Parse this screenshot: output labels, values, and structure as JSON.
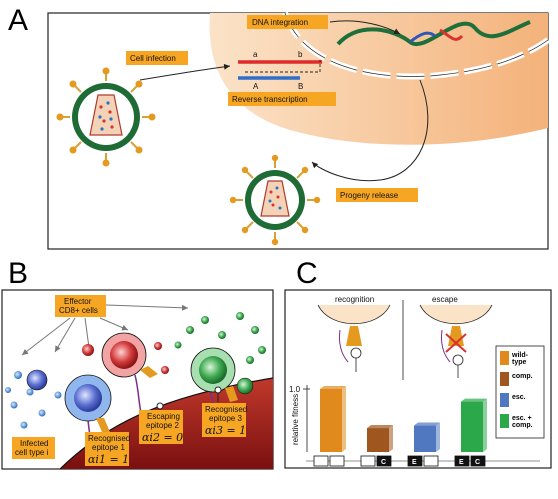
{
  "panels": {
    "a": {
      "letter": "A",
      "labels": {
        "dna_integration": "DNA integration",
        "cell_infection": "Cell infection",
        "reverse_transcription": "Reverse transcription",
        "progeny_release": "Progeny release",
        "strand_a_lower": "a",
        "strand_b_lower": "b",
        "strand_a_upper": "A",
        "strand_b_upper": "B"
      }
    },
    "b": {
      "letter": "B",
      "labels": {
        "effector_line1": "Effector",
        "effector_line2": "CD8+ cells",
        "recognised_1_line1": "Recognised",
        "recognised_1_line2": "epitope 1",
        "recognised_1_math": "αi1 = 1",
        "escaping_2_line1": "Escaping",
        "escaping_2_line2": "epitope 2",
        "escaping_2_math": "αi2 = 0",
        "recognised_3_line1": "Recognised",
        "recognised_3_line2": "epitope 3",
        "recognised_3_math": "αi3 = 1",
        "infected_line1": "Infected",
        "infected_line2": "cell type i"
      }
    },
    "c": {
      "letter": "C",
      "labels": {
        "recognition": "recognition",
        "escape": "escape",
        "ylabel": "relative fitness",
        "ytick": "1.0"
      },
      "legend": [
        {
          "label_line1": "wild-",
          "label_line2": "type",
          "color": "#e08a1e"
        },
        {
          "label_line1": "comp.",
          "label_line2": "",
          "color": "#a0561f"
        },
        {
          "label_line1": "esc.",
          "label_line2": "",
          "color": "#4f78c0"
        },
        {
          "label_line1": "esc. +",
          "label_line2": "comp.",
          "color": "#2aa84a"
        }
      ],
      "genotypes": [
        {
          "boxes": [
            "",
            ""
          ]
        },
        {
          "boxes": [
            "",
            "C"
          ]
        },
        {
          "boxes": [
            "E",
            ""
          ]
        },
        {
          "boxes": [
            "E",
            "C"
          ]
        }
      ],
      "chart_data": {
        "type": "bar",
        "categories": [
          "wild-type",
          "comp.",
          "esc.",
          "esc. + comp."
        ],
        "values": [
          1.0,
          0.38,
          0.42,
          0.8
        ],
        "ylabel": "relative fitness",
        "ylim": [
          0,
          1.15
        ],
        "colors": [
          "#e08a1e",
          "#a0561f",
          "#4f78c0",
          "#2aa84a"
        ]
      }
    }
  }
}
